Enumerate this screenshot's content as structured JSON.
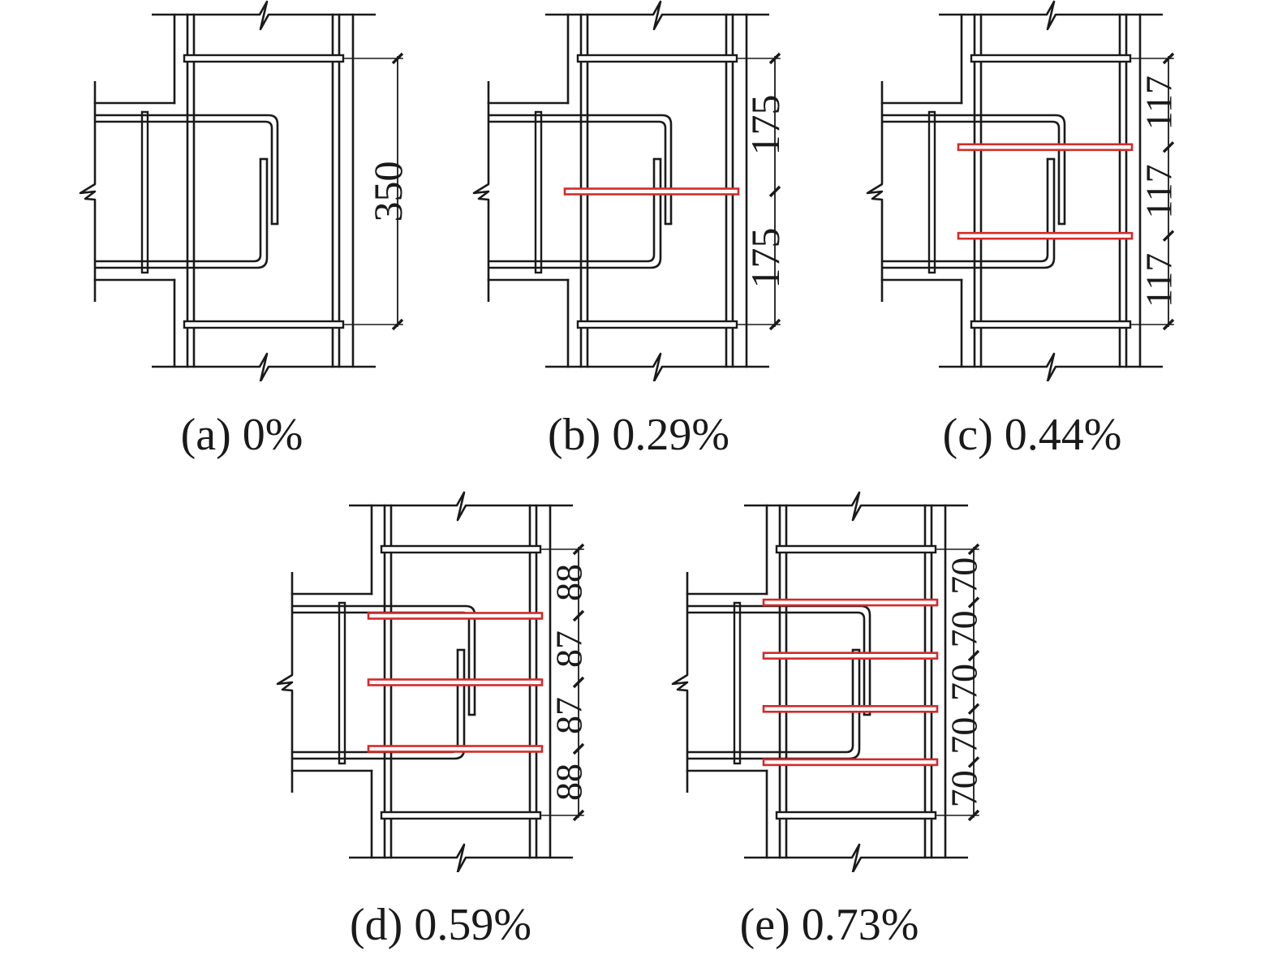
{
  "colors": {
    "line": "#1a1a1a",
    "added_tie": "#d42a2a"
  },
  "panels": [
    {
      "id": "a",
      "caption": "(a) 0%",
      "added_ties": 0,
      "dimensions": [
        "350"
      ]
    },
    {
      "id": "b",
      "caption": "(b) 0.29%",
      "added_ties": 1,
      "dimensions": [
        "175",
        "175"
      ]
    },
    {
      "id": "c",
      "caption": "(c) 0.44%",
      "added_ties": 2,
      "dimensions": [
        "117",
        "117",
        "117"
      ]
    },
    {
      "id": "d",
      "caption": "(d) 0.59%",
      "added_ties": 3,
      "dimensions": [
        "88",
        "87",
        "87",
        "88"
      ]
    },
    {
      "id": "e",
      "caption": "(e) 0.73%",
      "added_ties": 4,
      "dimensions": [
        "70",
        "70",
        "70",
        "70",
        "70"
      ]
    }
  ]
}
